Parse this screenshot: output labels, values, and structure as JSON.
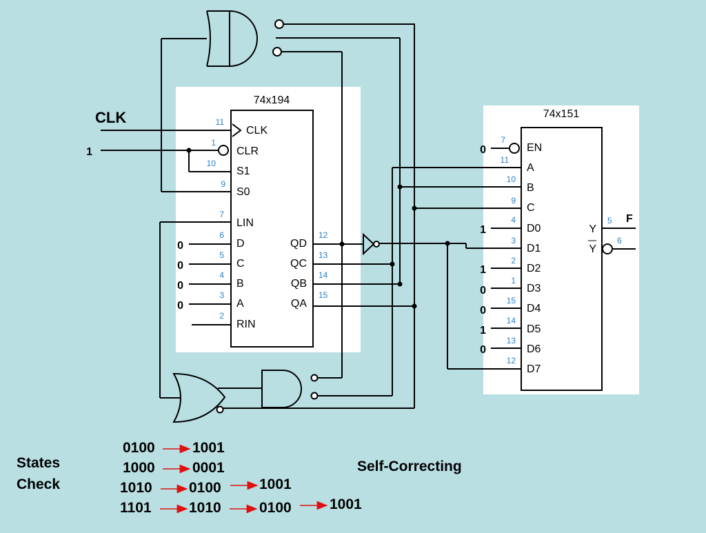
{
  "inputs": {
    "clk_label": "CLK",
    "clr_value": "1"
  },
  "shift_register": {
    "title": "74x194",
    "pins": [
      {
        "num": "11",
        "label": "CLK"
      },
      {
        "num": "1",
        "label": "CLR"
      },
      {
        "num": "10",
        "label": "S1"
      },
      {
        "num": "9",
        "label": "S0"
      },
      {
        "num": "7",
        "label": "LIN"
      },
      {
        "num": "6",
        "label": "D"
      },
      {
        "num": "5",
        "label": "C"
      },
      {
        "num": "4",
        "label": "B"
      },
      {
        "num": "3",
        "label": "A"
      },
      {
        "num": "2",
        "label": "RIN"
      }
    ],
    "outputs": [
      {
        "num": "12",
        "label": "QD"
      },
      {
        "num": "13",
        "label": "QC"
      },
      {
        "num": "14",
        "label": "QB"
      },
      {
        "num": "15",
        "label": "QA"
      }
    ],
    "data_values": [
      "0",
      "0",
      "0",
      "0"
    ]
  },
  "mux": {
    "title": "74x151",
    "pins": [
      {
        "num": "7",
        "label": "EN"
      },
      {
        "num": "11",
        "label": "A"
      },
      {
        "num": "10",
        "label": "B"
      },
      {
        "num": "9",
        "label": "C"
      },
      {
        "num": "4",
        "label": "D0"
      },
      {
        "num": "3",
        "label": "D1"
      },
      {
        "num": "2",
        "label": "D2"
      },
      {
        "num": "1",
        "label": "D3"
      },
      {
        "num": "15",
        "label": "D4"
      },
      {
        "num": "14",
        "label": "D5"
      },
      {
        "num": "13",
        "label": "D6"
      },
      {
        "num": "12",
        "label": "D7"
      }
    ],
    "input_values": [
      "0",
      "",
      "",
      "",
      "1",
      "",
      "1",
      "0",
      "0",
      "1",
      "0",
      ""
    ],
    "outputs": [
      {
        "num": "5",
        "label": "Y"
      },
      {
        "num": "6",
        "label": "Y"
      }
    ],
    "output_name": "F"
  },
  "states_check": {
    "label_line1": "States",
    "label_line2": "Check",
    "rows": [
      [
        "0100",
        "1001"
      ],
      [
        "1000",
        "0001"
      ],
      [
        "1010",
        "0100",
        "1001"
      ],
      [
        "1101",
        "1010",
        "0100",
        "1001"
      ]
    ],
    "note": "Self-Correcting"
  }
}
